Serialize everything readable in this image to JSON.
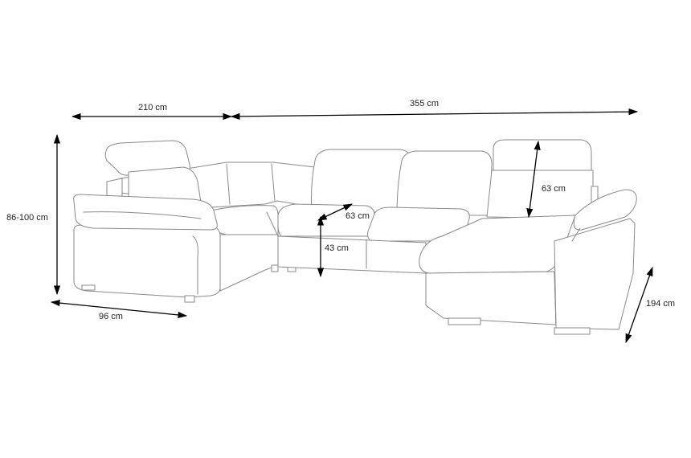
{
  "dimensions": {
    "width_left": "210 cm",
    "width_right": "355 cm",
    "height": "86-100 cm",
    "depth_left": "96 cm",
    "headrest": "63 cm",
    "seat_depth": "63 cm",
    "seat_height": "43 cm",
    "depth_right": "194 cm"
  },
  "colors": {
    "outline": "#8a8a8a",
    "arrow": "#000000",
    "text": "#222222"
  }
}
